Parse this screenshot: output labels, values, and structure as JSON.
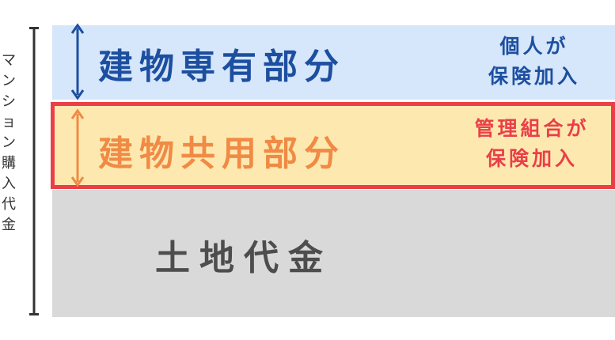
{
  "side_label": [
    "マ",
    "ン",
    "シ",
    "ョ",
    "ン",
    "購",
    "入",
    "代",
    "金"
  ],
  "bands": {
    "private": {
      "title": "建物専有部分",
      "note_line1": "個人が",
      "note_line2": "保険加入"
    },
    "common": {
      "title": "建物共用部分",
      "note_line1": "管理組合が",
      "note_line2": "保険加入"
    },
    "land": {
      "title": "土地代金"
    }
  },
  "colors": {
    "private_bg": "#d6e6fb",
    "private_text": "#1d4fa0",
    "common_bg": "#fde9b0",
    "common_text": "#f08a45",
    "common_border": "#ea3f48",
    "land_bg": "#d9d9d9",
    "land_text": "#4d4d4d"
  }
}
